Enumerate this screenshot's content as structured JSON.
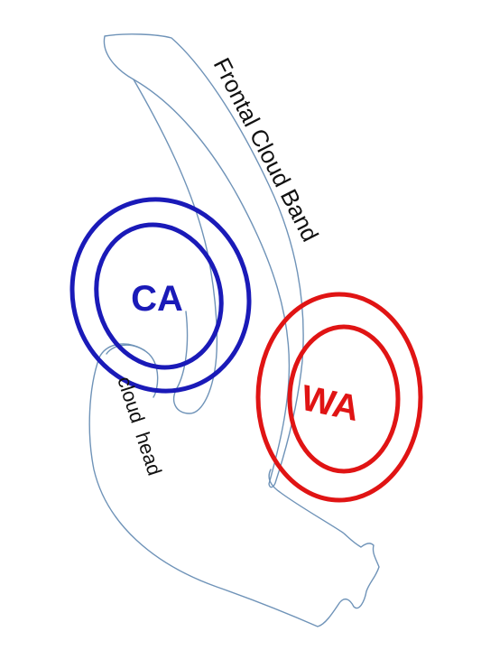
{
  "labels": {
    "frontal_cloud_band": "Frontal Cloud Band",
    "cloud_head": "cloud  head",
    "cold_air": "CA",
    "warm_air": "WA"
  },
  "colors": {
    "cold_air": "#1a1ab8",
    "warm_air": "#e01414",
    "outline": "#6f93b8",
    "text": "#111111"
  }
}
